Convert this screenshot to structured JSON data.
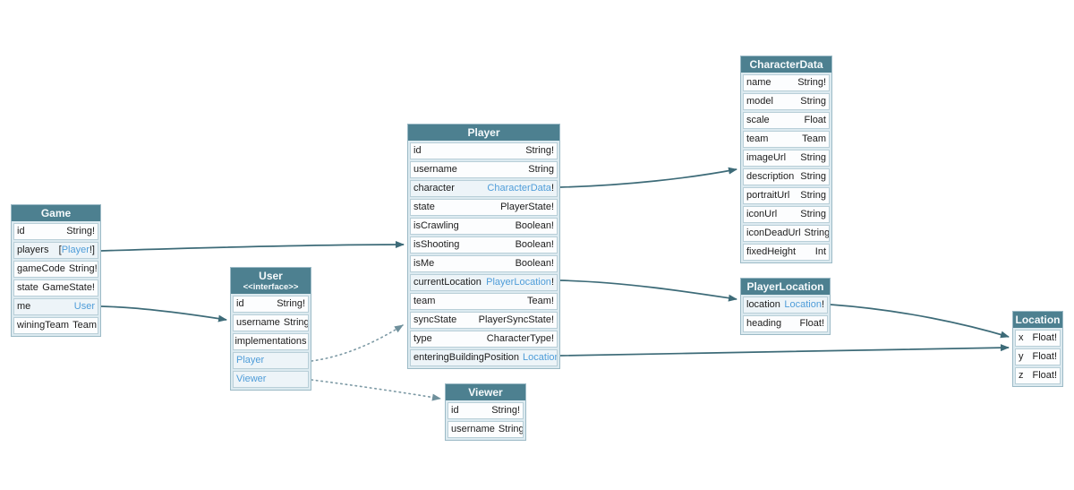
{
  "diagram": {
    "kind": "graphql-schema-type-diagram",
    "colors": {
      "header_bg": "#4d8090",
      "header_text": "#f5f9fb",
      "row_bg": "#fcfdfe",
      "link_row_bg": "#edf4f8",
      "border": "#9cbac6",
      "link_text": "#4f9dd9",
      "field_text": "#1c1c1c",
      "arrow_solid": "#3d6b78",
      "arrow_dotted": "#7d9aa5"
    }
  },
  "tables": [
    {
      "title": "Game",
      "fields": [
        {
          "name": "id",
          "type": "String!"
        },
        {
          "name": "players",
          "pre": "[",
          "link": "Player",
          "post": "!]"
        },
        {
          "name": "gameCode",
          "type": "String!"
        },
        {
          "name": "state",
          "type": "GameState!"
        },
        {
          "name": "me",
          "link": "User"
        },
        {
          "name": "winingTeam",
          "type": "Team"
        }
      ]
    },
    {
      "title": "User",
      "subtitle": "<<interface>>",
      "fields": [
        {
          "name": "id",
          "type": "String!"
        },
        {
          "name": "username",
          "type": "String"
        },
        {
          "name": "implementations",
          "center": true
        },
        {
          "name": "Player",
          "name_link": true
        },
        {
          "name": "Viewer",
          "name_link": true
        }
      ]
    },
    {
      "title": "Player",
      "fields": [
        {
          "name": "id",
          "type": "String!"
        },
        {
          "name": "username",
          "type": "String"
        },
        {
          "name": "character",
          "link": "CharacterData",
          "post": "!"
        },
        {
          "name": "state",
          "type": "PlayerState!"
        },
        {
          "name": "isCrawling",
          "type": "Boolean!"
        },
        {
          "name": "isShooting",
          "type": "Boolean!"
        },
        {
          "name": "isMe",
          "type": "Boolean!"
        },
        {
          "name": "currentLocation",
          "link": "PlayerLocation",
          "post": "!"
        },
        {
          "name": "team",
          "type": "Team!"
        },
        {
          "name": "syncState",
          "type": "PlayerSyncState!"
        },
        {
          "name": "type",
          "type": "CharacterType!"
        },
        {
          "name": "enteringBuildingPosition",
          "link": "Location"
        }
      ]
    },
    {
      "title": "Viewer",
      "fields": [
        {
          "name": "id",
          "type": "String!"
        },
        {
          "name": "username",
          "type": "String"
        }
      ]
    },
    {
      "title": "CharacterData",
      "fields": [
        {
          "name": "name",
          "type": "String!"
        },
        {
          "name": "model",
          "type": "String"
        },
        {
          "name": "scale",
          "type": "Float"
        },
        {
          "name": "team",
          "type": "Team"
        },
        {
          "name": "imageUrl",
          "type": "String"
        },
        {
          "name": "description",
          "type": "String"
        },
        {
          "name": "portraitUrl",
          "type": "String"
        },
        {
          "name": "iconUrl",
          "type": "String"
        },
        {
          "name": "iconDeadUrl",
          "type": "String"
        },
        {
          "name": "fixedHeight",
          "type": "Int"
        }
      ]
    },
    {
      "title": "PlayerLocation",
      "fields": [
        {
          "name": "location",
          "link": "Location",
          "post": "!"
        },
        {
          "name": "heading",
          "type": "Float!"
        }
      ]
    },
    {
      "title": "Location",
      "fields": [
        {
          "name": "x",
          "type": "Float!"
        },
        {
          "name": "y",
          "type": "Float!"
        },
        {
          "name": "z",
          "type": "Float!"
        }
      ]
    }
  ],
  "edges": [
    {
      "from": "Game.players",
      "to": "Player",
      "style": "solid"
    },
    {
      "from": "Game.me",
      "to": "User",
      "style": "solid"
    },
    {
      "from": "User.Player",
      "to": "Player",
      "style": "dotted"
    },
    {
      "from": "User.Viewer",
      "to": "Viewer",
      "style": "dotted"
    },
    {
      "from": "Player.character",
      "to": "CharacterData",
      "style": "solid"
    },
    {
      "from": "Player.currentLocation",
      "to": "PlayerLocation",
      "style": "solid"
    },
    {
      "from": "Player.enteringBuildingPosition",
      "to": "Location",
      "style": "solid"
    },
    {
      "from": "PlayerLocation.location",
      "to": "Location",
      "style": "solid"
    }
  ]
}
